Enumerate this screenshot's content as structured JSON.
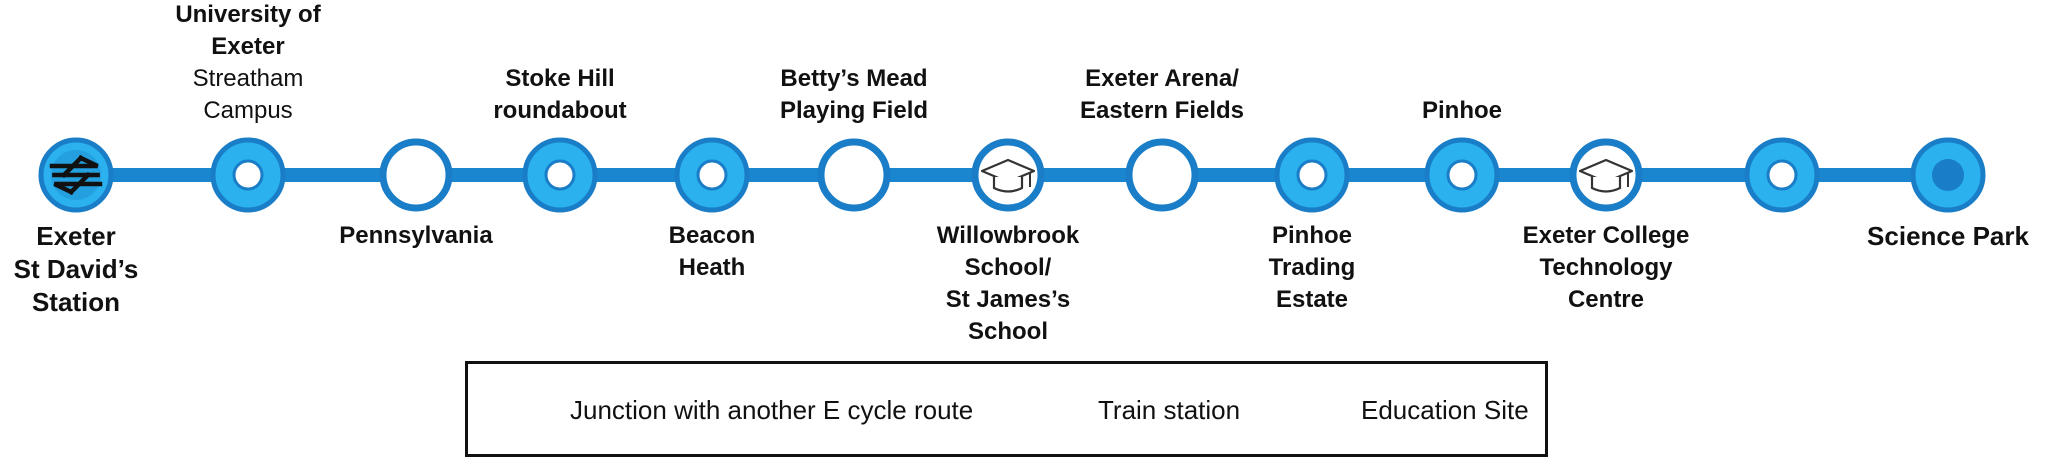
{
  "colors": {
    "route_line": "#1a86d0",
    "junction_fill": "#2ab1ee",
    "junction_ring": "#1a7dc7",
    "plain_ring": "#1a7dc7",
    "train_fill": "#2ab1ee",
    "terminus_fill": "#1a7dc7"
  },
  "stops": [
    {
      "id": "exeter-st-davids",
      "kind": "train",
      "label_pos": "below",
      "lines": [
        {
          "t": "Exeter",
          "bold": true
        },
        {
          "t": "St David’s",
          "bold": true
        },
        {
          "t": "Station",
          "bold": true
        }
      ]
    },
    {
      "id": "university-of-exeter",
      "kind": "junction",
      "label_pos": "above",
      "lines": [
        {
          "t": "University of",
          "bold": true
        },
        {
          "t": "Exeter",
          "bold": true
        },
        {
          "t": "Streatham",
          "bold": false
        },
        {
          "t": "Campus",
          "bold": false
        }
      ]
    },
    {
      "id": "pennsylvania",
      "kind": "plain",
      "label_pos": "below",
      "lines": [
        {
          "t": "Pennsylvania",
          "bold": true
        }
      ]
    },
    {
      "id": "stoke-hill-roundabout",
      "kind": "junction",
      "label_pos": "above",
      "lines": [
        {
          "t": "Stoke Hill",
          "bold": true
        },
        {
          "t": "roundabout",
          "bold": true
        }
      ]
    },
    {
      "id": "beacon-heath",
      "kind": "junction",
      "label_pos": "below",
      "lines": [
        {
          "t": "Beacon",
          "bold": true
        },
        {
          "t": "Heath",
          "bold": true
        }
      ]
    },
    {
      "id": "bettys-mead",
      "kind": "plain",
      "label_pos": "above",
      "lines": [
        {
          "t": "Betty’s Mead",
          "bold": true
        },
        {
          "t": "Playing Field",
          "bold": true
        }
      ]
    },
    {
      "id": "willowbrook-school",
      "kind": "education",
      "label_pos": "below",
      "lines": [
        {
          "t": "Willowbrook",
          "bold": true
        },
        {
          "t": "School/",
          "bold": true
        },
        {
          "t": "St James’s",
          "bold": true
        },
        {
          "t": "School",
          "bold": true
        }
      ]
    },
    {
      "id": "exeter-arena",
      "kind": "plain",
      "label_pos": "above",
      "lines": [
        {
          "t": "Exeter Arena/",
          "bold": true
        },
        {
          "t": "Eastern Fields",
          "bold": true
        }
      ]
    },
    {
      "id": "pinhoe-trading-estate",
      "kind": "junction",
      "label_pos": "below",
      "lines": [
        {
          "t": "Pinhoe",
          "bold": true
        },
        {
          "t": "Trading",
          "bold": true
        },
        {
          "t": "Estate",
          "bold": true
        }
      ]
    },
    {
      "id": "pinhoe",
      "kind": "junction",
      "label_pos": "above",
      "lines": [
        {
          "t": "Pinhoe",
          "bold": true
        }
      ]
    },
    {
      "id": "exeter-college-technology-centre",
      "kind": "education",
      "label_pos": "below",
      "lines": [
        {
          "t": "Exeter College",
          "bold": true
        },
        {
          "t": "Technology",
          "bold": true
        },
        {
          "t": "Centre",
          "bold": true
        }
      ]
    },
    {
      "id": "unnamed-junction",
      "kind": "junction",
      "label_pos": "none",
      "lines": []
    },
    {
      "id": "science-park",
      "kind": "terminus",
      "label_pos": "below",
      "lines": [
        {
          "t": "Science Park",
          "bold": true
        }
      ]
    }
  ],
  "legend": {
    "junction": "Junction with another  E cycle route",
    "train": "Train station",
    "education": "Education Site"
  }
}
